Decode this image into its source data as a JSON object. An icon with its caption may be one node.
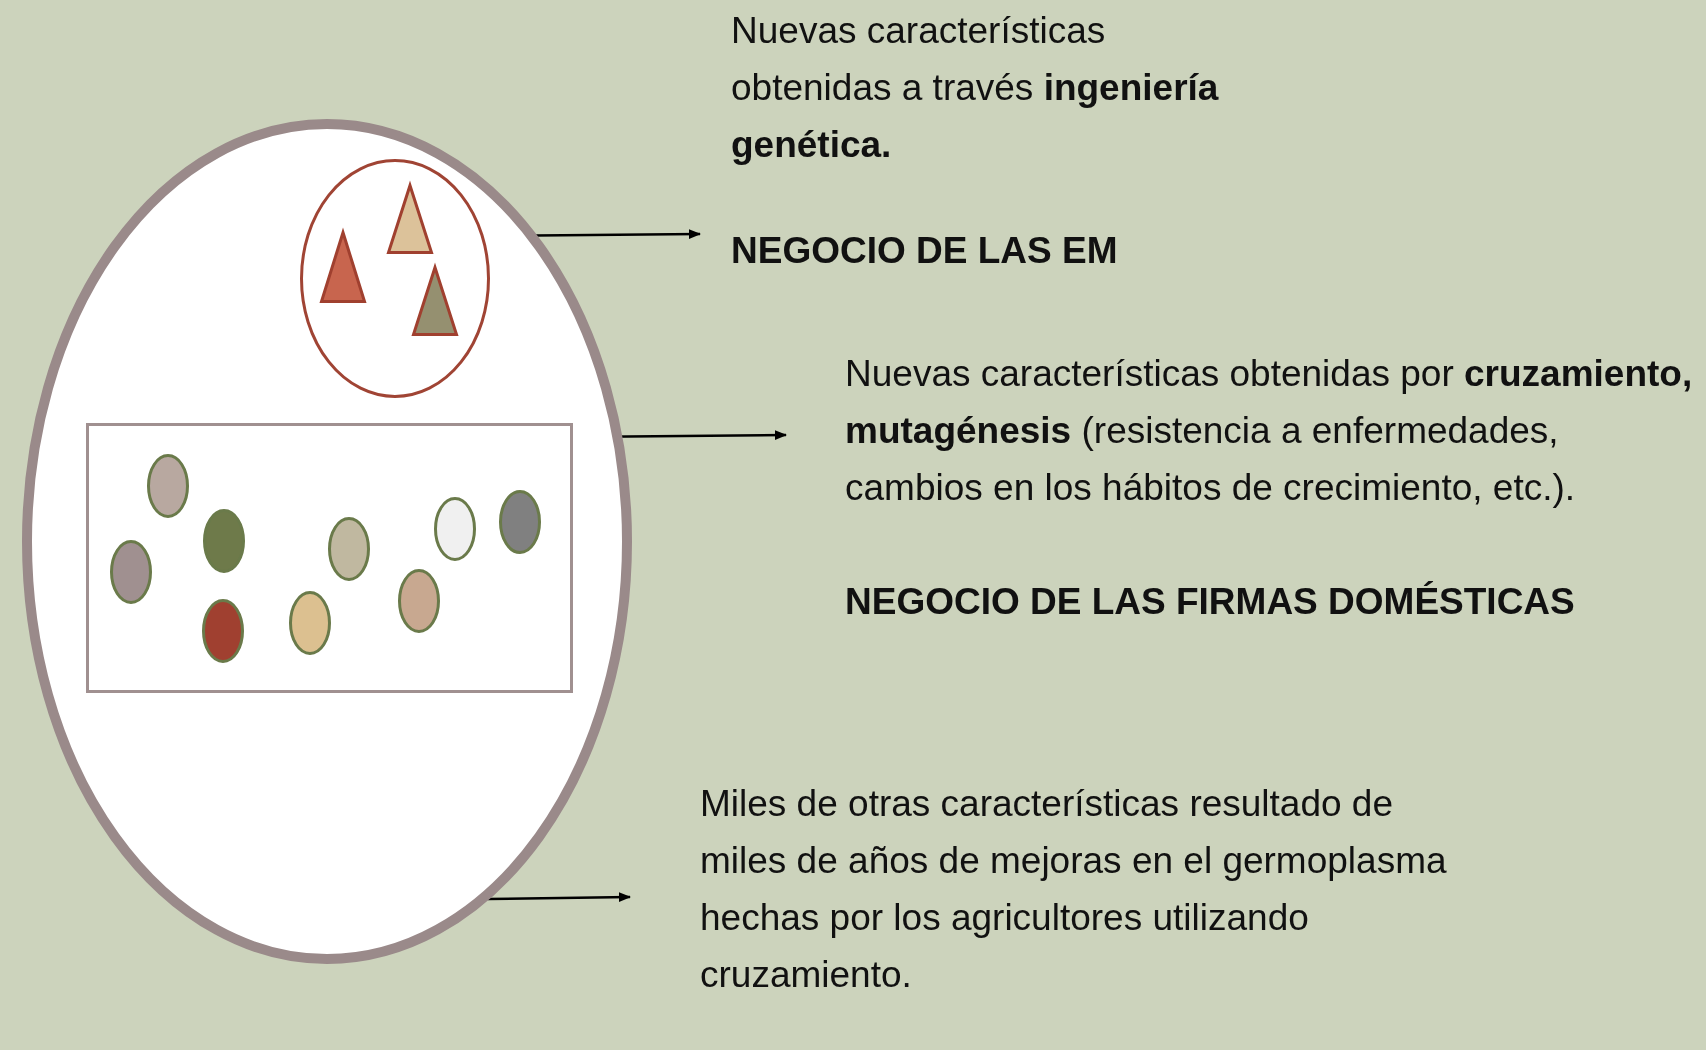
{
  "diagram": {
    "nodes": [
      {
        "text": [],
        "shape": "ellipse"
      },
      {
        "text": [],
        "shape": "ellipse",
        "in": 0
      },
      {
        "text": [],
        "shape": "triangle",
        "in": 1
      },
      {
        "text": [],
        "shape": "triangle",
        "in": 1
      },
      {
        "text": [],
        "shape": "triangle",
        "in": 1
      },
      {
        "text": [],
        "shape": "box",
        "in": 0
      },
      {
        "text": [],
        "shape": "ellipse",
        "in": 5
      },
      {
        "text": [],
        "shape": "ellipse",
        "in": 5
      },
      {
        "text": [],
        "shape": "ellipse",
        "in": 5
      },
      {
        "text": [],
        "shape": "ellipse",
        "in": 5
      },
      {
        "text": [],
        "shape": "ellipse",
        "in": 5
      },
      {
        "text": [],
        "shape": "ellipse",
        "in": 5
      },
      {
        "text": [],
        "shape": "ellipse",
        "in": 5
      },
      {
        "text": [],
        "shape": "ellipse",
        "in": 5
      },
      {
        "text": [],
        "shape": "ellipse",
        "in": 5
      },
      {
        "text": [
          "Nuevas características obtenidas a través **ingeniería genética.**",
          "NEGOCIO DE LAS EM"
        ]
      },
      {
        "text": [
          "Nuevas características obtenidas por **cruzamiento, mutagénesis** (resistencia a enfermedades, cambios en los hábitos de crecimiento, etc.).",
          "NEGOCIO DE LAS FIRMAS DOMÉSTICAS"
        ]
      },
      {
        "text": [
          "Miles de otras características resultado de miles de años de mejoras en el germoplasma hechas por los agricultores utilizando cruzamiento."
        ]
      }
    ],
    "edges": [
      {
        "from": 1,
        "to": 15,
        "arrow": "to"
      },
      {
        "from": 5,
        "to": 16,
        "arrow": "to"
      },
      {
        "from": 0,
        "to": 17,
        "arrow": "to"
      }
    ]
  }
}
